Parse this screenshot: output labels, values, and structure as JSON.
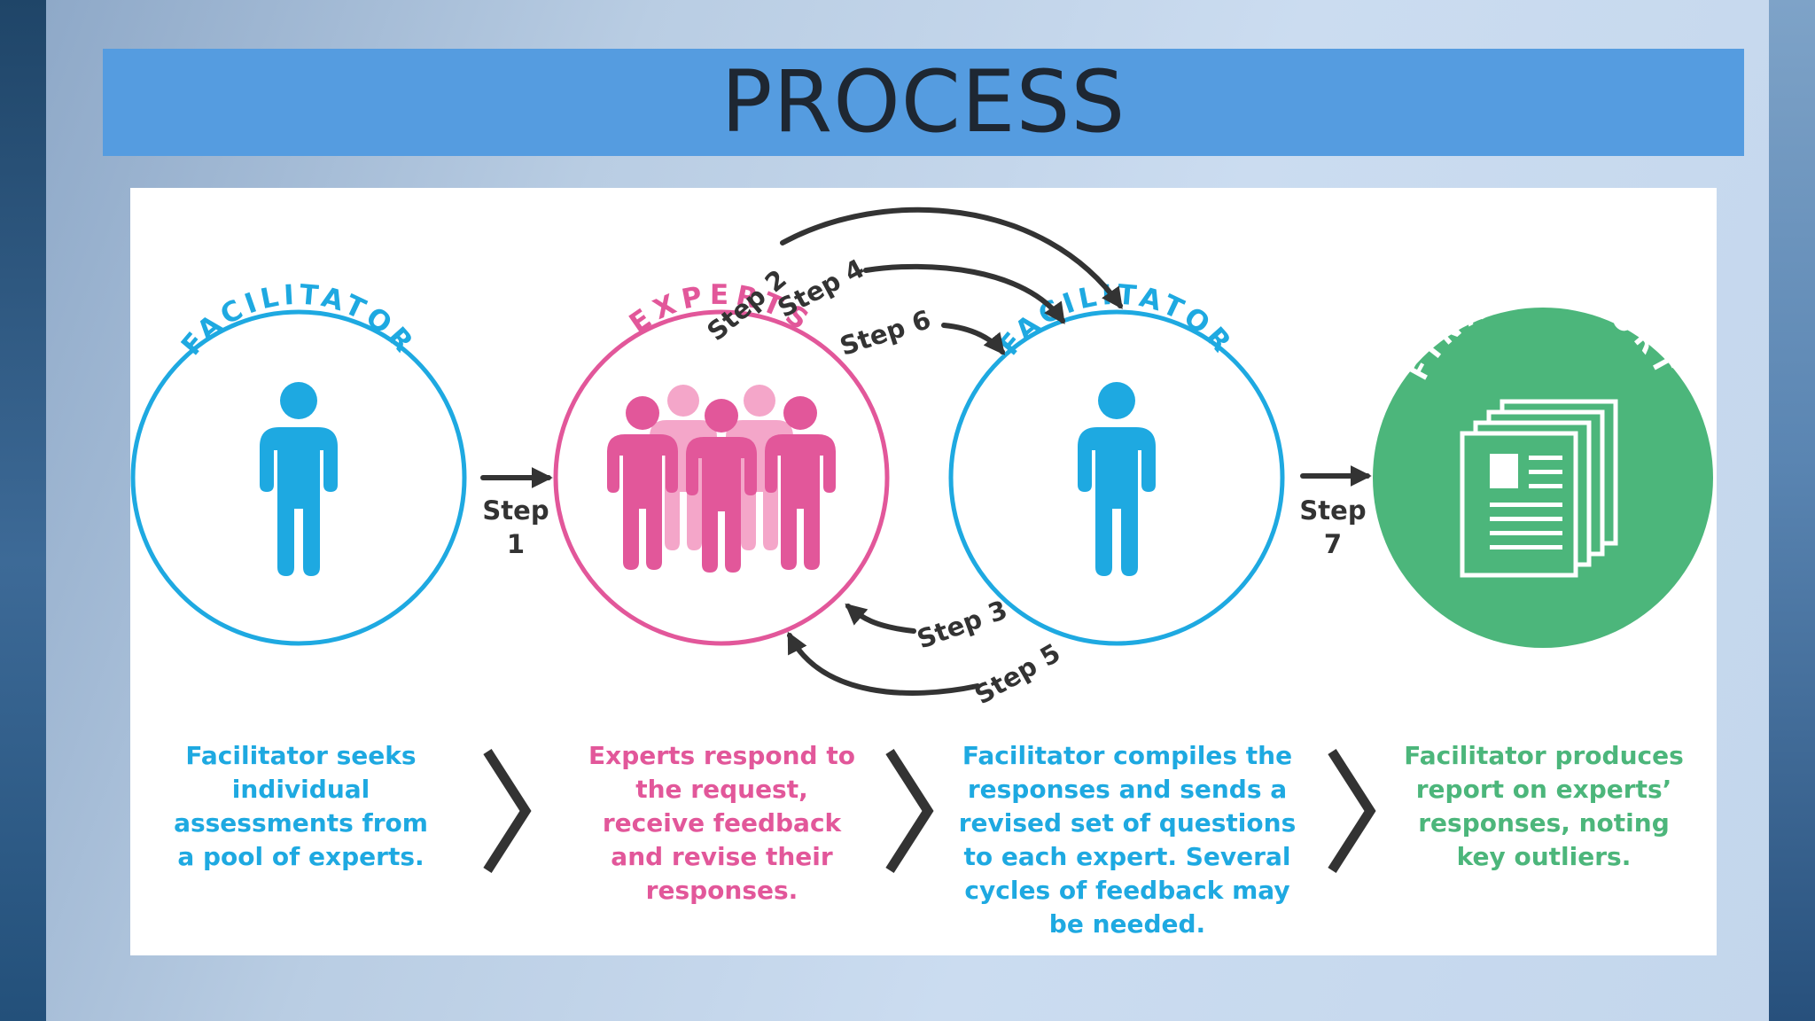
{
  "title": "PROCESS",
  "colors": {
    "banner": "#559ce0",
    "facilitator": "#1ea9e1",
    "experts": "#e2579a",
    "final_report": "#4cb67b",
    "arrow": "#333333"
  },
  "nodes": {
    "facilitator_1": {
      "label": "FACILITATOR",
      "icon": "person-icon"
    },
    "experts": {
      "label": "EXPERTS",
      "icon": "people-group-icon"
    },
    "facilitator_2": {
      "label": "FACILITATOR",
      "icon": "person-icon"
    },
    "final_report": {
      "label": "FINAL REPORT",
      "icon": "documents-icon"
    }
  },
  "steps": {
    "step1": {
      "line1": "Step",
      "line2": "1"
    },
    "step2": "Step 2",
    "step3": "Step 3",
    "step4": "Step 4",
    "step5": "Step 5",
    "step6": "Step 6",
    "step7": {
      "line1": "Step",
      "line2": "7"
    }
  },
  "descriptions": {
    "facilitator_1": "Facilitator seeks\nindividual\nassessments from\na pool of experts.",
    "experts": "Experts respond to\nthe request,\nreceive feedback\nand revise their\nresponses.",
    "facilitator_2": "Facilitator compiles the\nresponses and sends a\nrevised set of questions\nto each expert. Several\ncycles of feedback may\nbe needed.",
    "final_report": "Facilitator produces\nreport on experts’\nresponses, noting\nkey outliers."
  }
}
